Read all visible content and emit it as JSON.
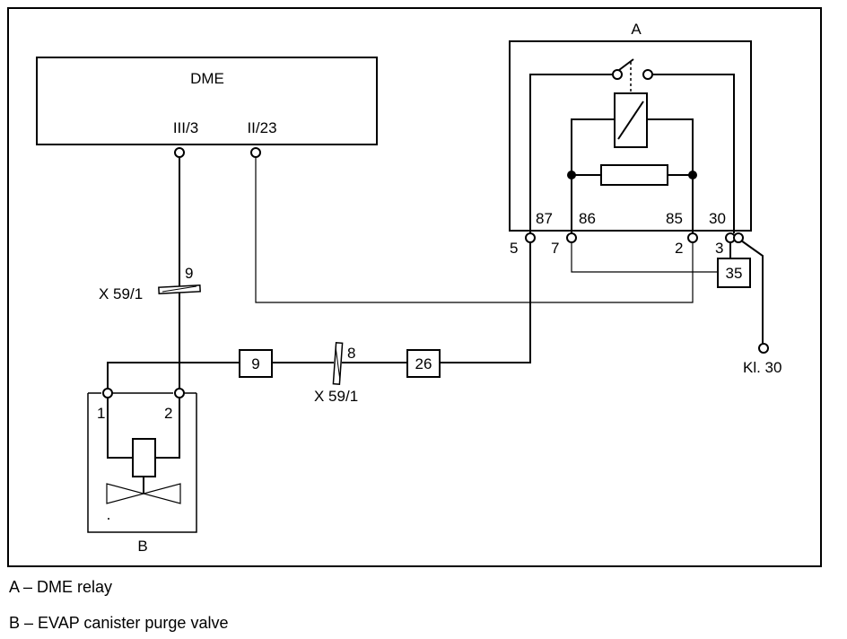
{
  "components": {
    "dme": {
      "title": "DME",
      "pin_iii_3": "III/3",
      "pin_ii_23": "II/23"
    },
    "relay": {
      "title": "A",
      "pin87": "87",
      "pin86": "86",
      "pin85": "85",
      "pin30": "30",
      "term5": "5",
      "term7": "7",
      "term2": "2",
      "term3": "3"
    },
    "valve": {
      "title": "B",
      "pin1": "1",
      "pin2": "2"
    },
    "connector_upper": {
      "label": "X 59/1",
      "pin": "9"
    },
    "connector_lower": {
      "label": "X 59/1",
      "pin": "8"
    },
    "box_9": "9",
    "box_26": "26",
    "box_35": "35",
    "kl30": "Kl. 30"
  },
  "legend": {
    "a": "A – DME relay",
    "b": "B – EVAP canister purge valve"
  }
}
